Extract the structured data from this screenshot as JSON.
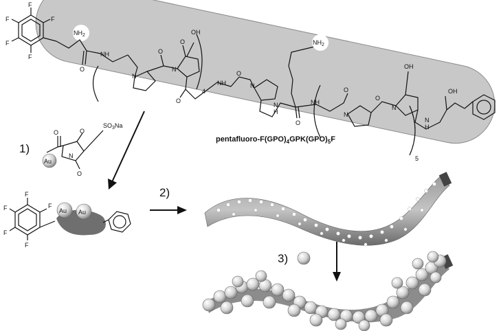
{
  "peptide": {
    "name_prefix": "pentafluoro-F(GPO)",
    "name_sub1": "4",
    "name_mid": "GPK(GPO)",
    "name_sub2": "5",
    "name_suffix": "F",
    "repeat_1": "4",
    "repeat_2": "5"
  },
  "atoms": {
    "fluorine": "F",
    "amine": "NH",
    "amine_sub": "2",
    "nh": "NH",
    "n": "N",
    "h": "H",
    "oh": "OH",
    "o": "O",
    "carboxyl_oh": "OH"
  },
  "reagent": {
    "sulfonate": "SO",
    "sulfonate_sub": "3",
    "sulfonate_na": "Na",
    "gold": "Au"
  },
  "steps": [
    "1)",
    "2)",
    "3)"
  ],
  "colors": {
    "capsule": "#c8c8c8",
    "fiber_dark": "#6a6a6a",
    "fiber_light": "#b5b5b5",
    "nanoparticle": "#dcdcdc"
  }
}
